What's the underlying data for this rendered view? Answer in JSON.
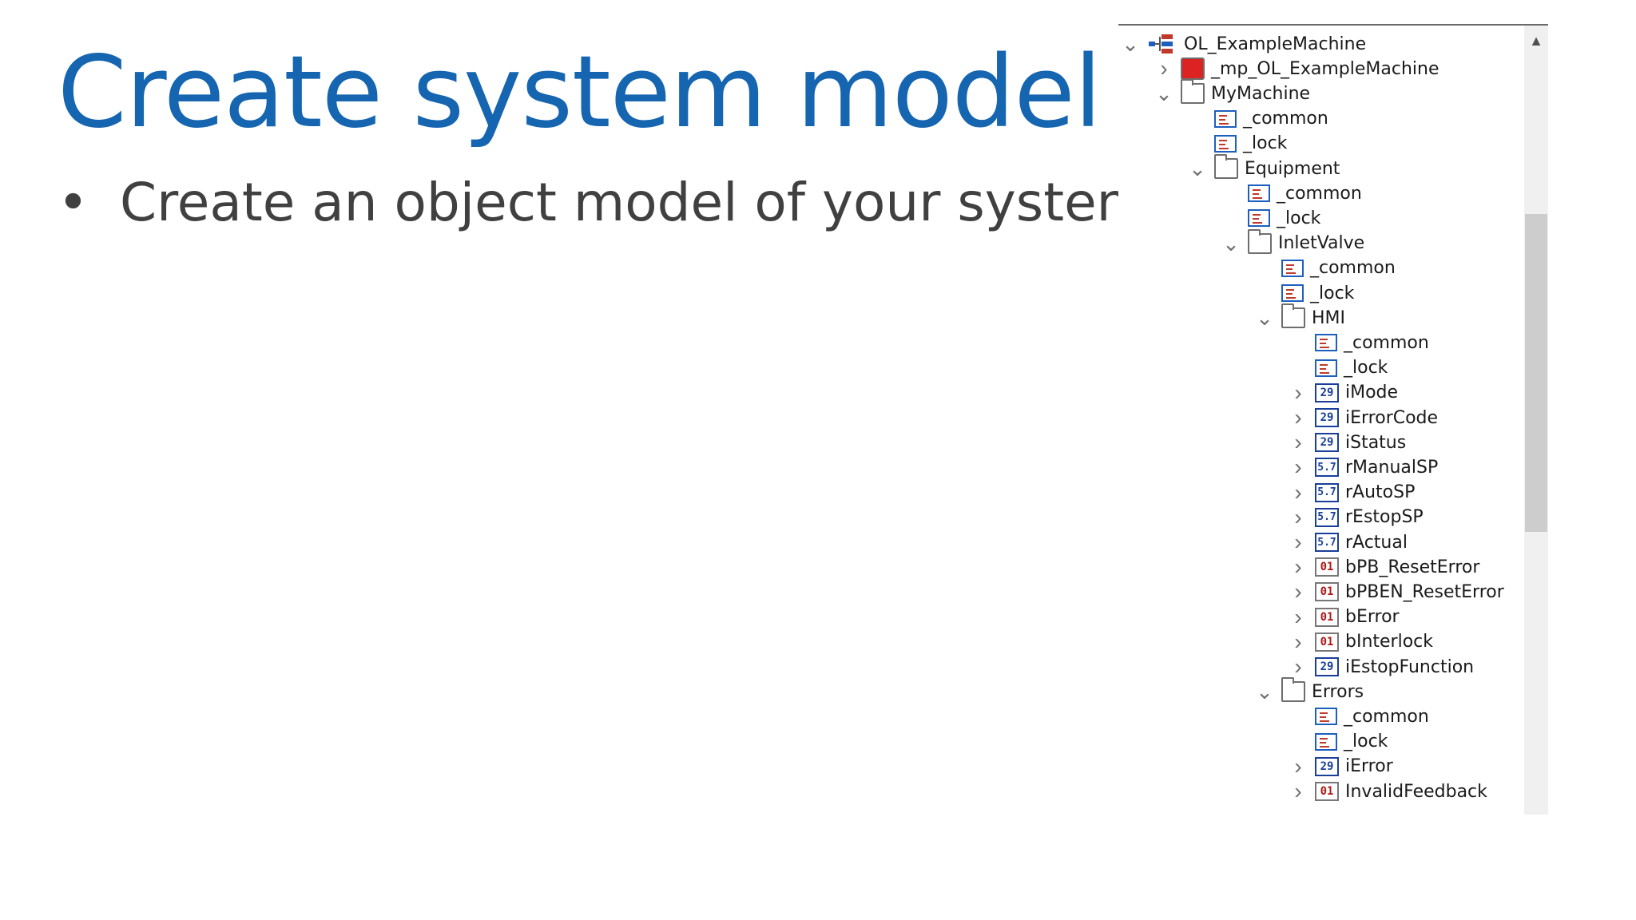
{
  "slide": {
    "title": "Create system model",
    "bullet_symbol": "•",
    "bullet": "Create an object model of your system.",
    "title_color": "#1565b0"
  },
  "tree": {
    "scroll_up_icon": "▲",
    "rows": [
      {
        "label": "OL_ExampleMachine",
        "icon": "network-icon",
        "toggle": "expanded"
      },
      {
        "label": "_mp_OL_ExampleMachine",
        "icon": "machine-icon",
        "toggle": "collapsed"
      },
      {
        "label": "MyMachine",
        "icon": "folder-icon",
        "toggle": "expanded"
      },
      {
        "label": "_common",
        "icon": "struct-icon",
        "toggle": "none"
      },
      {
        "label": "_lock",
        "icon": "struct-icon",
        "toggle": "none"
      },
      {
        "label": "Equipment",
        "icon": "folder-icon",
        "toggle": "expanded"
      },
      {
        "label": "_common",
        "icon": "struct-icon",
        "toggle": "none"
      },
      {
        "label": "_lock",
        "icon": "struct-icon",
        "toggle": "none"
      },
      {
        "label": "InletValve",
        "icon": "folder-icon",
        "toggle": "expanded"
      },
      {
        "label": "_common",
        "icon": "struct-icon",
        "toggle": "none"
      },
      {
        "label": "_lock",
        "icon": "struct-icon",
        "toggle": "none"
      },
      {
        "label": "HMI",
        "icon": "folder-icon",
        "toggle": "expanded"
      },
      {
        "label": "_common",
        "icon": "struct-icon",
        "toggle": "none"
      },
      {
        "label": "_lock",
        "icon": "struct-icon",
        "toggle": "none"
      },
      {
        "label": "iMode",
        "icon": "int-icon",
        "icon_text": "29",
        "toggle": "collapsed"
      },
      {
        "label": "iErrorCode",
        "icon": "int-icon",
        "icon_text": "29",
        "toggle": "collapsed"
      },
      {
        "label": "iStatus",
        "icon": "int-icon",
        "icon_text": "29",
        "toggle": "collapsed"
      },
      {
        "label": "rManualSP",
        "icon": "real-icon",
        "icon_text": "5.7",
        "toggle": "collapsed"
      },
      {
        "label": "rAutoSP",
        "icon": "real-icon",
        "icon_text": "5.7",
        "toggle": "collapsed"
      },
      {
        "label": "rEstopSP",
        "icon": "real-icon",
        "icon_text": "5.7",
        "toggle": "collapsed"
      },
      {
        "label": "rActual",
        "icon": "real-icon",
        "icon_text": "5.7",
        "toggle": "collapsed"
      },
      {
        "label": "bPB_ResetError",
        "icon": "bool-icon",
        "icon_text": "01",
        "toggle": "collapsed"
      },
      {
        "label": "bPBEN_ResetError",
        "icon": "bool-icon",
        "icon_text": "01",
        "toggle": "collapsed"
      },
      {
        "label": "bError",
        "icon": "bool-icon",
        "icon_text": "01",
        "toggle": "collapsed"
      },
      {
        "label": "bInterlock",
        "icon": "bool-icon",
        "icon_text": "01",
        "toggle": "collapsed"
      },
      {
        "label": "iEstopFunction",
        "icon": "int-icon",
        "icon_text": "29",
        "toggle": "collapsed"
      },
      {
        "label": "Errors",
        "icon": "folder-icon",
        "toggle": "expanded"
      },
      {
        "label": "_common",
        "icon": "struct-icon",
        "toggle": "none"
      },
      {
        "label": "_lock",
        "icon": "struct-icon",
        "toggle": "none"
      },
      {
        "label": "iError",
        "icon": "int-icon",
        "icon_text": "29",
        "toggle": "collapsed"
      },
      {
        "label": "InvalidFeedback",
        "icon": "bool-icon",
        "icon_text": "01",
        "toggle": "collapsed"
      }
    ]
  }
}
